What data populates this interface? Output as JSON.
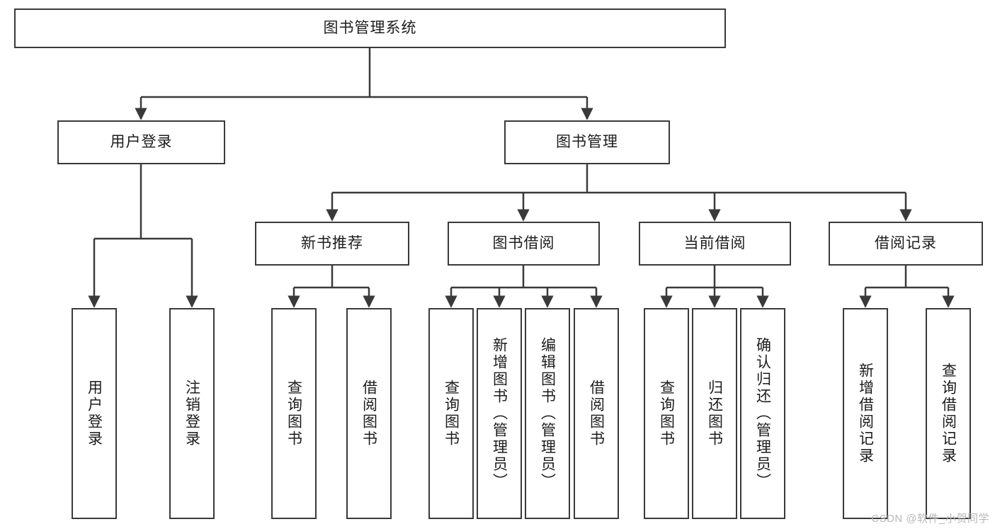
{
  "diagram": {
    "type": "tree",
    "title": "图书管理系统",
    "colors": {
      "background": "#ffffff",
      "box_border": "#3a3a3a",
      "box_fill": "#ffffff",
      "text": "#1c1c1c",
      "connector": "#3a3a3a",
      "watermark": "#b8b8b8"
    },
    "root": {
      "label": "图书管理系统"
    },
    "level2": [
      {
        "label": "用户登录"
      },
      {
        "label": "图书管理"
      }
    ],
    "level3": [
      {
        "label": "新书推荐"
      },
      {
        "label": "图书借阅"
      },
      {
        "label": "当前借阅"
      },
      {
        "label": "借阅记录"
      }
    ],
    "leaves": {
      "user_login": [
        {
          "label": "用户登录"
        },
        {
          "label": "注销登录"
        }
      ],
      "new_book_recommend": [
        {
          "label": "查询图书"
        },
        {
          "label": "借阅图书"
        }
      ],
      "book_borrow": [
        {
          "label": "查询图书"
        },
        {
          "label": "新增图书（管理员）"
        },
        {
          "label": "编辑图书（管理员）"
        },
        {
          "label": "借阅图书"
        }
      ],
      "current_borrow": [
        {
          "label": "查询图书"
        },
        {
          "label": "归还图书"
        },
        {
          "label": "确认归还（管理员）"
        }
      ],
      "borrow_record": [
        {
          "label": "新增借阅记录"
        },
        {
          "label": "查询借阅记录"
        }
      ]
    }
  },
  "watermark": {
    "text": "CSDN @软件_小贺同学"
  }
}
